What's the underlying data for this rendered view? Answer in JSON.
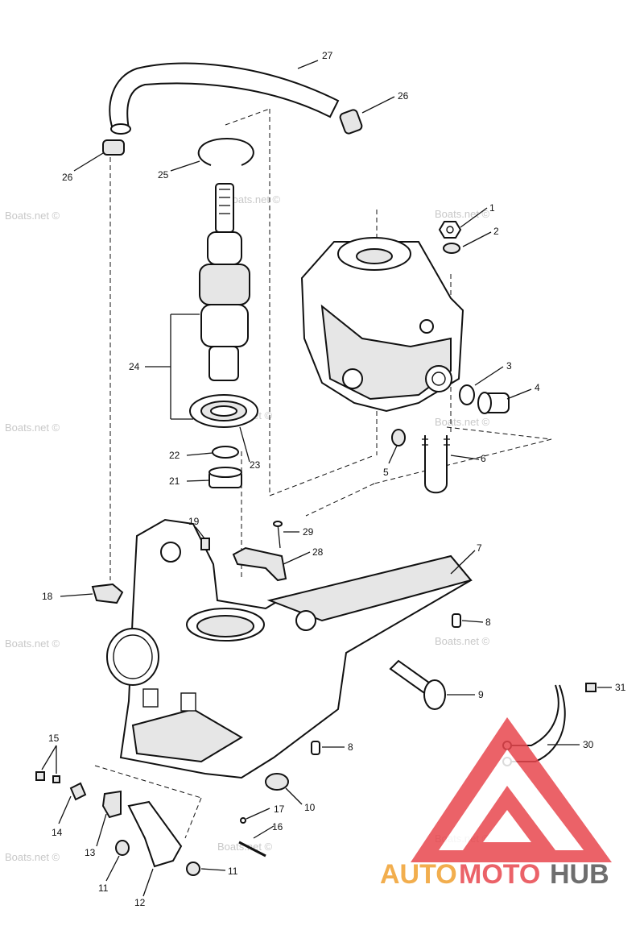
{
  "watermark": "Boats.net ©",
  "callouts": {
    "c1": "1",
    "c2": "2",
    "c3": "3",
    "c4": "4",
    "c5": "5",
    "c6": "6",
    "c7": "7",
    "c8a": "8",
    "c8b": "8",
    "c9": "9",
    "c10": "10",
    "c11a": "11",
    "c11b": "11",
    "c12": "12",
    "c13": "13",
    "c14": "14",
    "c15": "15",
    "c16": "16",
    "c17": "17",
    "c18": "18",
    "c19": "19",
    "c21": "21",
    "c22": "22",
    "c23": "23",
    "c24": "24",
    "c25": "25",
    "c26a": "26",
    "c26b": "26",
    "c27": "27",
    "c28": "28",
    "c29": "29",
    "c30": "30",
    "c31": "31"
  },
  "logo": {
    "part1": "AUTO",
    "part2": "MOTO",
    "part3": "HUB",
    "colors": {
      "accent": "#f0a030",
      "brand_red": "#e8474e",
      "dark": "#555555"
    }
  }
}
